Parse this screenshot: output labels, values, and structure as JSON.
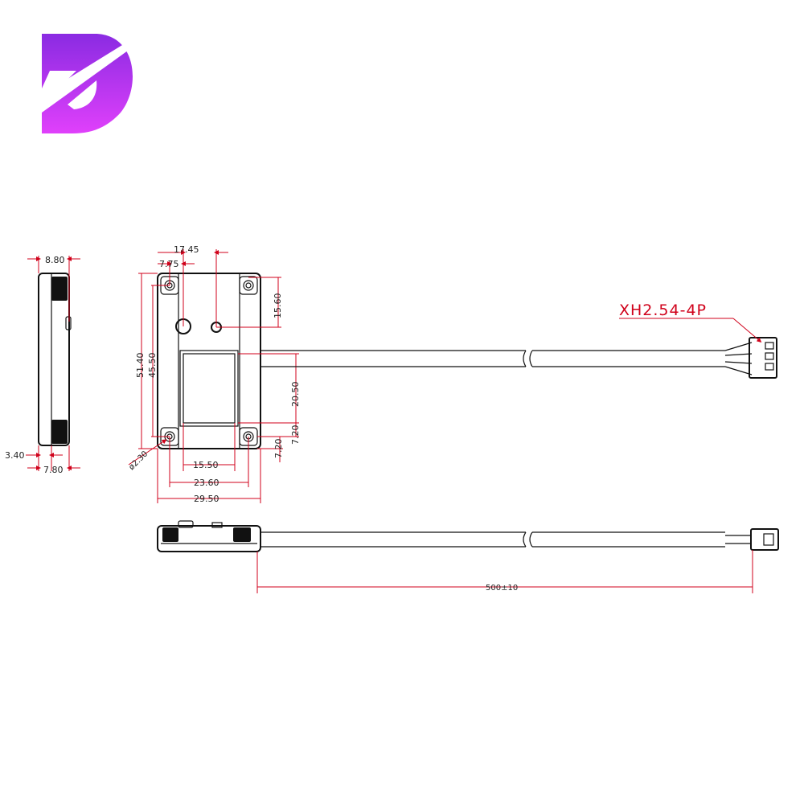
{
  "colors": {
    "dimension": "#d0021b",
    "outline": "#111111",
    "logo_top": "#8a2be2",
    "logo_bottom": "#e040fb"
  },
  "logo": {
    "icon": "brand-d-logo-icon"
  },
  "connector_label": "XH2.54-4P",
  "side_view": {
    "top_width": "8.80",
    "bottom_left": "3.40",
    "bottom_width": "7.80"
  },
  "front_view": {
    "width_top": "17.45",
    "offset_top": "7.75",
    "height_total": "51.40",
    "height_holes": "45.50",
    "hole_to_top": "15.60",
    "window_height": "20.50",
    "window_to_bottom": "7.20",
    "bottom_offset": "7.20",
    "hole_diameter": "ø2.30",
    "window_width": "15.50",
    "hole_spacing": "23.60",
    "body_width": "29.50"
  },
  "cable_view": {
    "length": "500±10"
  }
}
